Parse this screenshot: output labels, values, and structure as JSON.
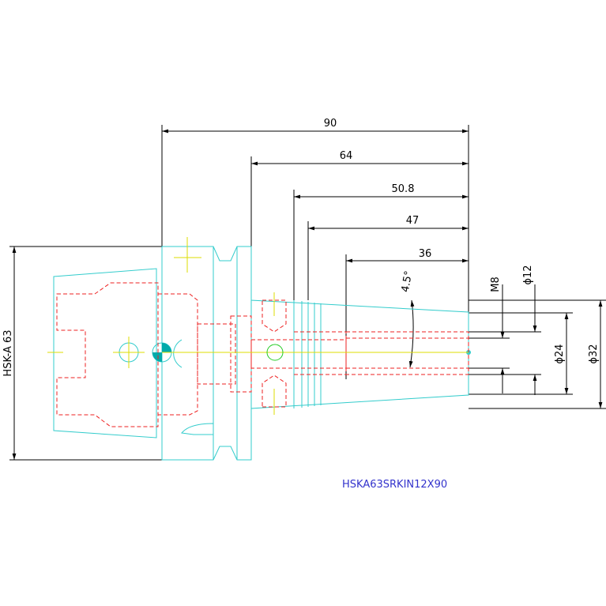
{
  "dimensions": {
    "length_90": "90",
    "length_64": "64",
    "length_50_8": "50.8",
    "length_47": "47",
    "length_36": "36",
    "angle": "4.5°",
    "thread": "M8",
    "dia_12": "ϕ12",
    "dia_24": "ϕ24",
    "dia_32": "ϕ32",
    "shank": "HSK-A 63"
  },
  "part_number": "HSKA63SRKIN12X90",
  "colors": {
    "outline": "#33cccc",
    "hidden_lines": "#ee2222",
    "center_lines": "#dddd00",
    "dimensions": "#000000",
    "label": "#3333cc"
  }
}
